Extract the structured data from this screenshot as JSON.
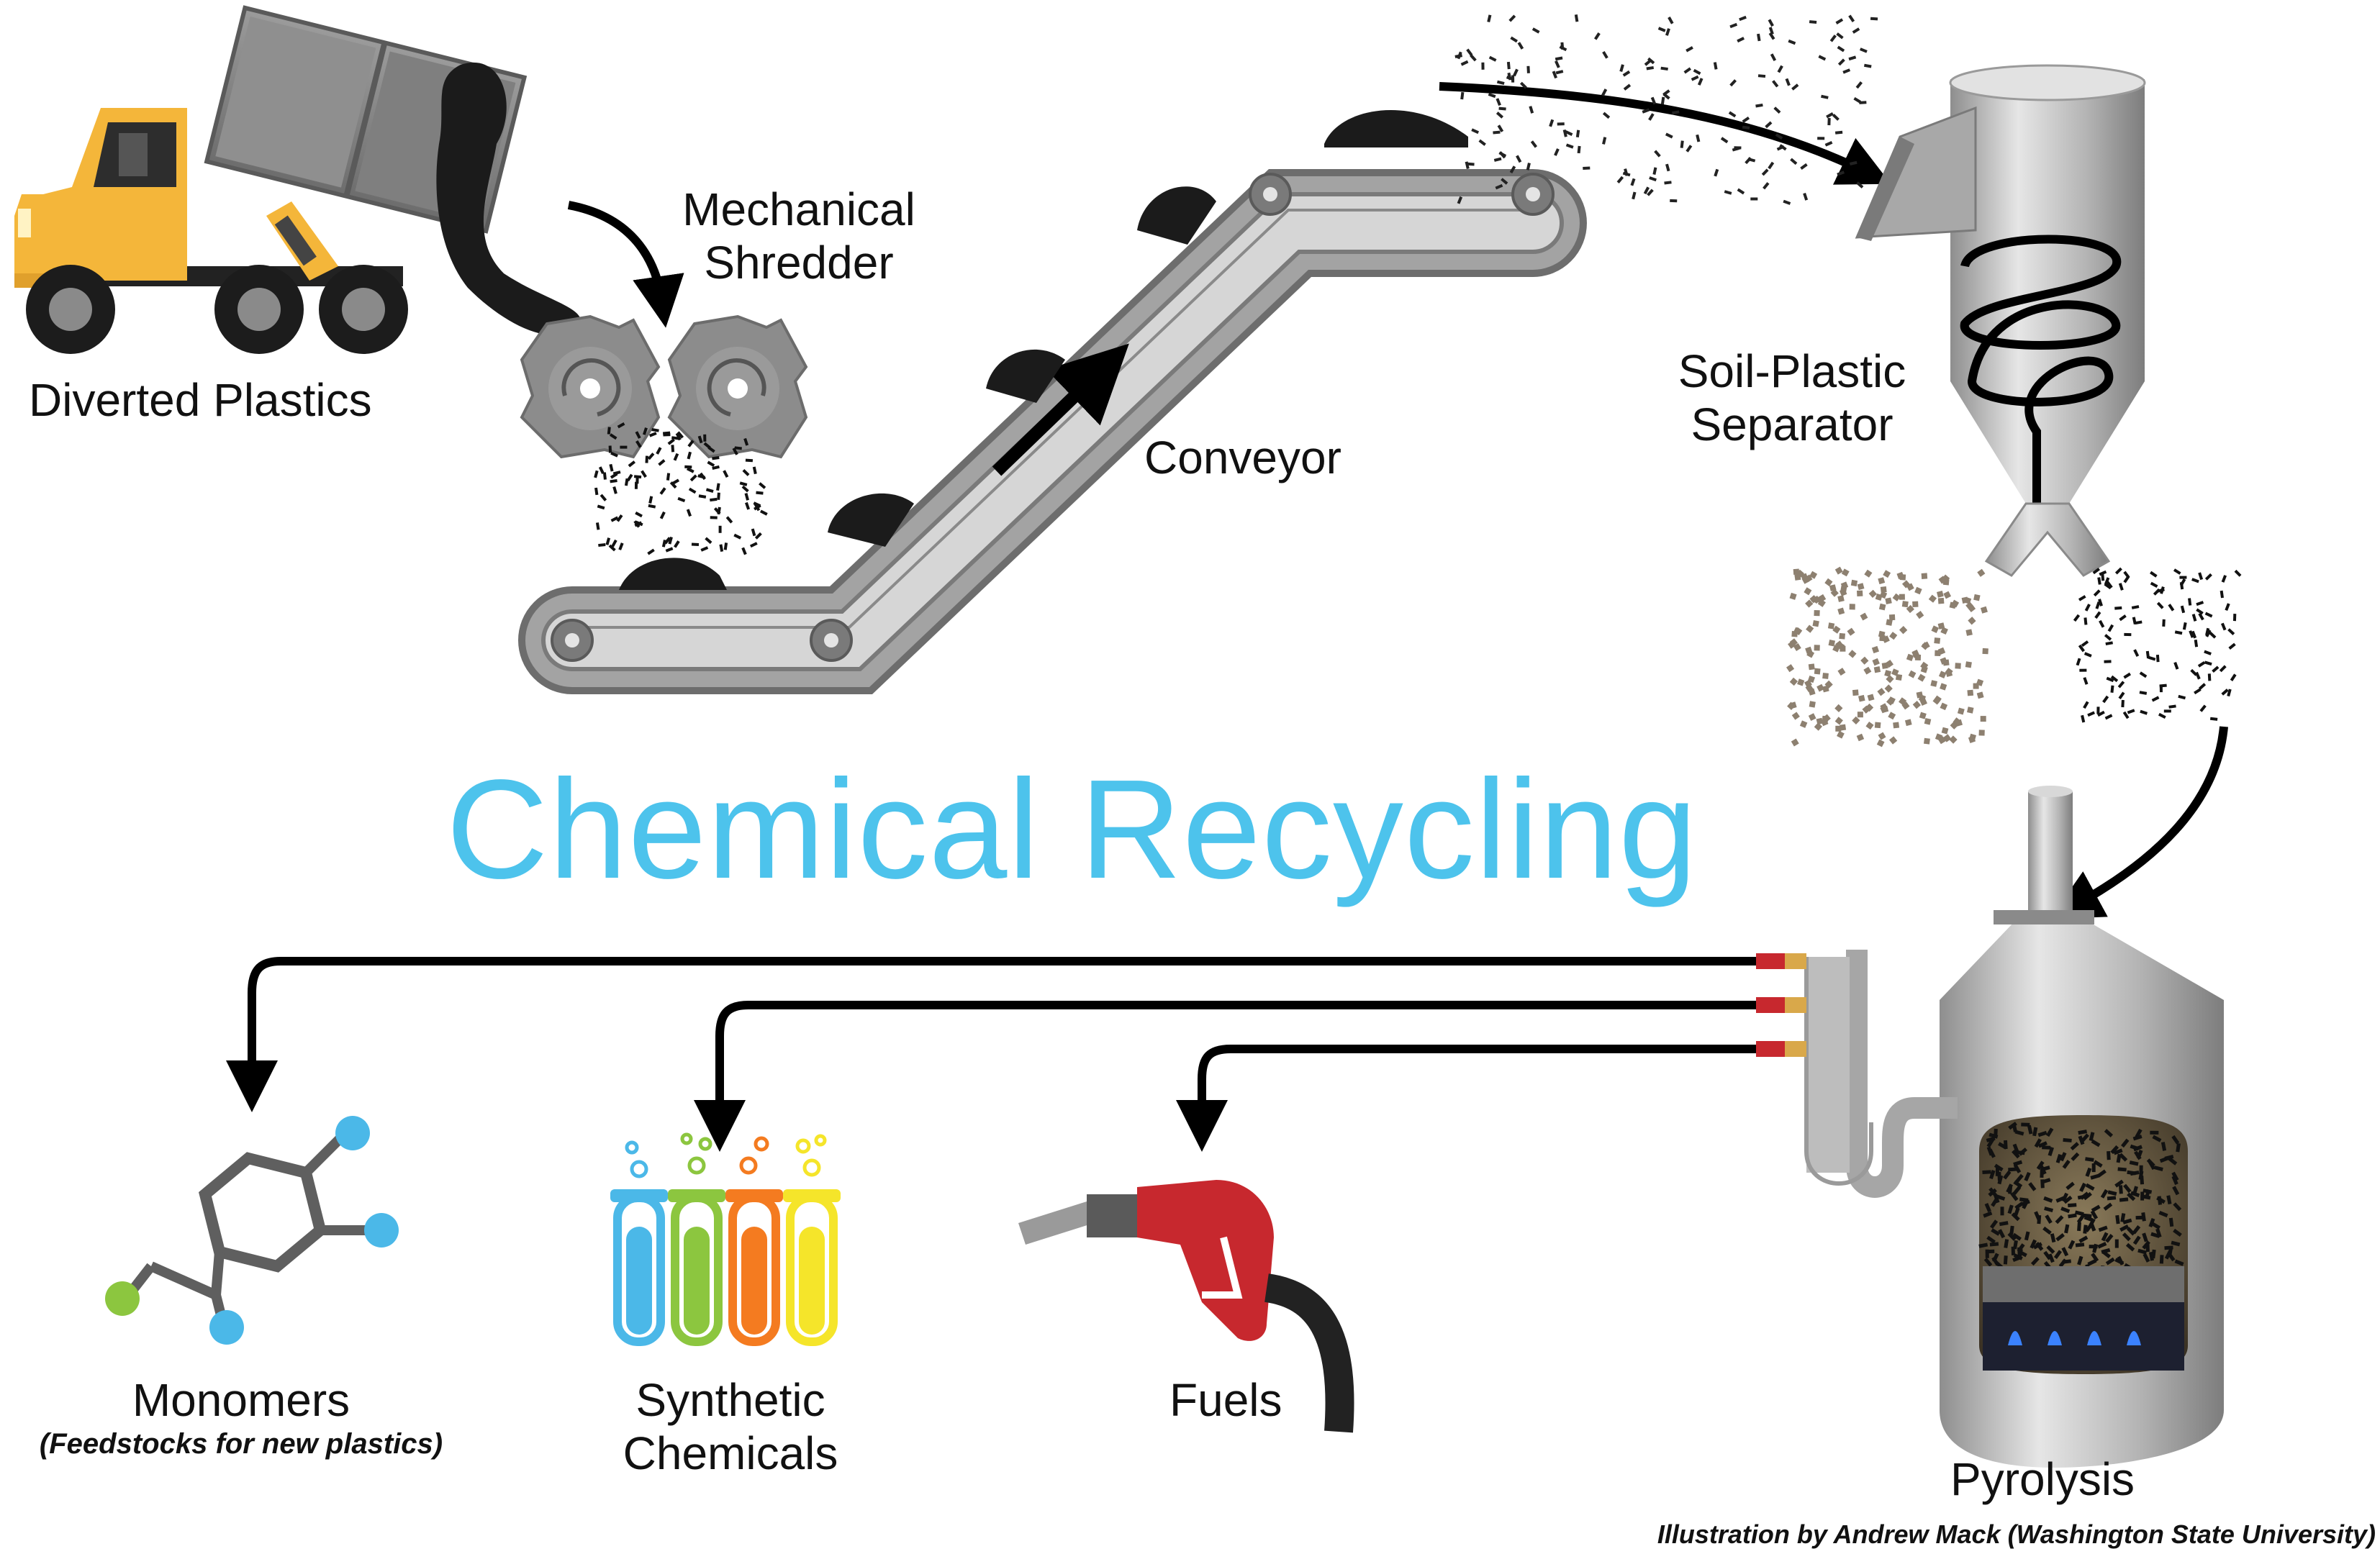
{
  "title": "Chemical Recycling",
  "credit": "Illustration by Andrew Mack (Washington State University)",
  "stages": {
    "diverted": "Diverted Plastics",
    "shredder_line1": "Mechanical",
    "shredder_line2": "Shredder",
    "conveyor": "Conveyor",
    "separator_line1": "Soil-Plastic",
    "separator_line2": "Separator",
    "pyrolysis": "Pyrolysis"
  },
  "products": {
    "monomers": "Monomers",
    "monomers_note": "(Feedstocks for new plastics)",
    "synthetic_line1": "Synthetic",
    "synthetic_line2": "Chemicals",
    "fuels": "Fuels"
  },
  "colors": {
    "title": "#4dc3ec",
    "truck": "#f4b63a",
    "steel": "#9d9d9d",
    "arrow": "#000000",
    "tube_blue": "#4bb8e8",
    "tube_green": "#8cc63f",
    "tube_orange": "#f47b20",
    "tube_yellow": "#f5e52a",
    "nozzle": "#c7282e"
  },
  "icons": [
    "dump-truck-icon",
    "shredder-icon",
    "conveyor-icon",
    "separator-icon",
    "pyrolysis-reactor-icon",
    "molecule-icon",
    "test-tubes-icon",
    "fuel-nozzle-icon"
  ]
}
